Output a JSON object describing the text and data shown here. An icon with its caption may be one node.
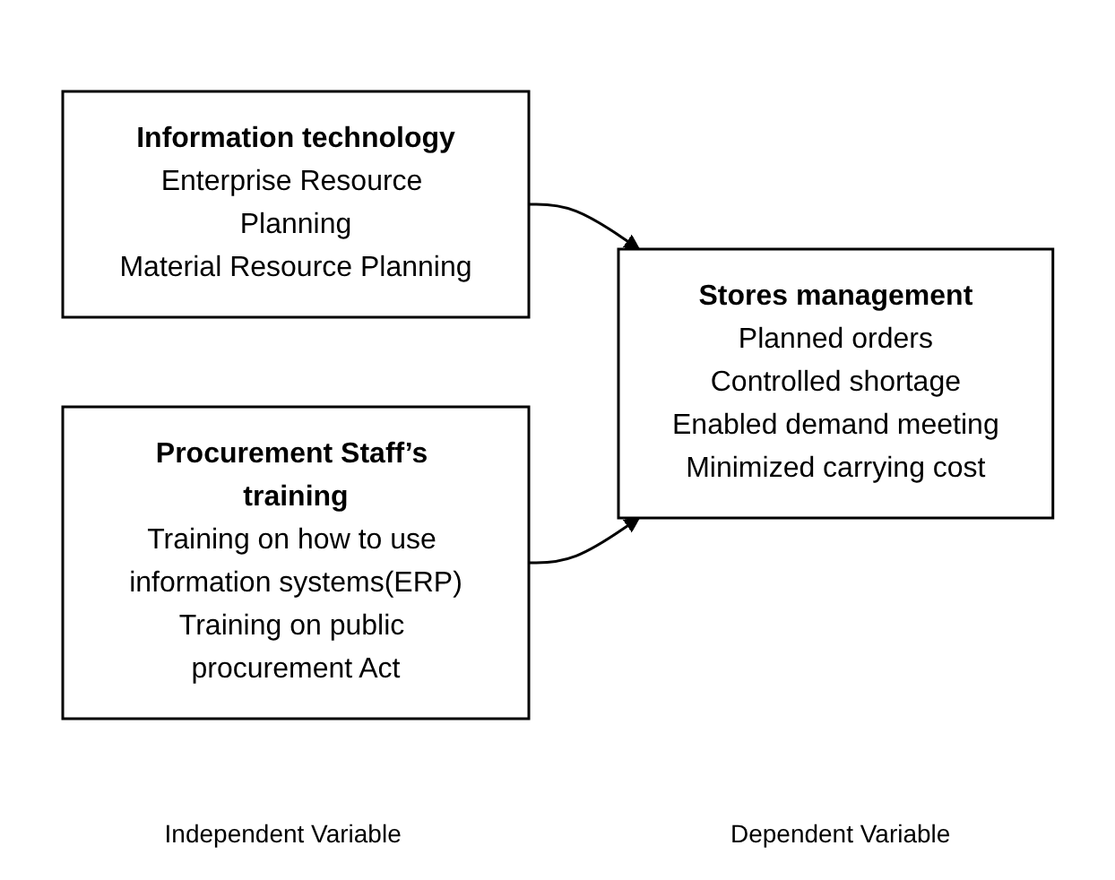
{
  "diagram": {
    "nodes": [
      {
        "text": [
          "Information technology",
          "Enterprise Resource Planning",
          "Material Resource Planning"
        ]
      },
      {
        "text": [
          "Procurement Staff’s training",
          "Training on how to use information systems(ERP)",
          "Training on public procurement Act"
        ]
      },
      {
        "text": [
          "Stores management",
          "Planned orders",
          "Controlled shortage",
          "Enabled demand meeting",
          "Minimized carrying cost"
        ]
      }
    ],
    "edges": [
      {
        "from": 0,
        "to": 2,
        "arrow": "to"
      },
      {
        "from": 1,
        "to": 2,
        "arrow": "to"
      }
    ],
    "labels": [
      "Independent Variable",
      "Dependent Variable"
    ]
  }
}
